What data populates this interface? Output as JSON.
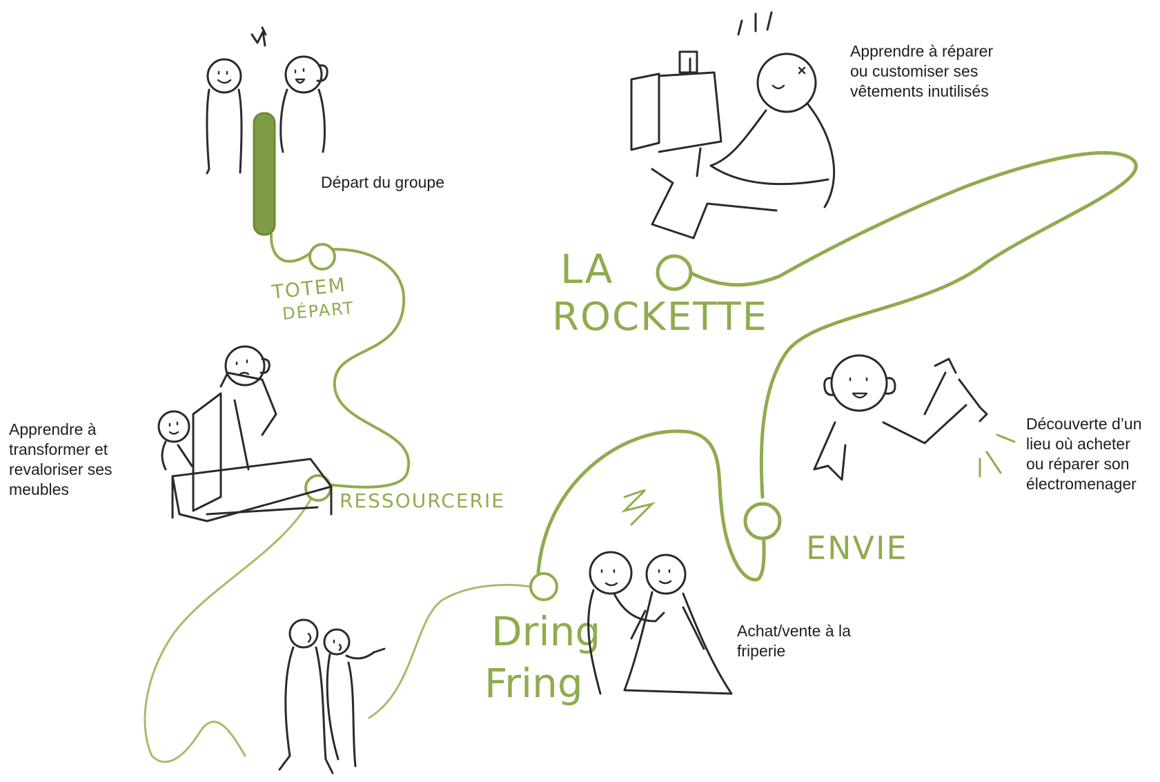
{
  "colors": {
    "path_green": "#8fac4e",
    "totem_fill": "#7d9c44",
    "ink": "#2a2a2a",
    "text": "#1e1e1e",
    "background": "#ffffff"
  },
  "stops": {
    "totem": {
      "label_line1": "TOTEM",
      "label_line2": "DÉPART"
    },
    "ressourcerie": {
      "label": "RESSOURCERIE"
    },
    "dring_fring": {
      "label_line1": "Dring",
      "label_line2": "Fring"
    },
    "envie": {
      "label": "ENVIE"
    },
    "la_rockette": {
      "label_line1": "LA",
      "label_line2": "ROCKETTE"
    }
  },
  "captions": {
    "depart": "Départ du groupe",
    "ressourcerie": "Apprendre à\ntransformer et\nrevaloriser ses\nmeubles",
    "friperie": "Achat/vente à la\nfriperie",
    "envie": "Découverte d’un\nlieu où acheter\nou réparer son\nélectromenager",
    "rockette": "Apprendre à réparer\nou customiser ses\nvêtements inutilisés"
  },
  "illustrations": [
    "two-people-greeting",
    "people-sawing-furniture",
    "two-people-walking",
    "two-people-exchanging-clothes",
    "person-holding-wrench",
    "person-sewing-at-machine"
  ]
}
